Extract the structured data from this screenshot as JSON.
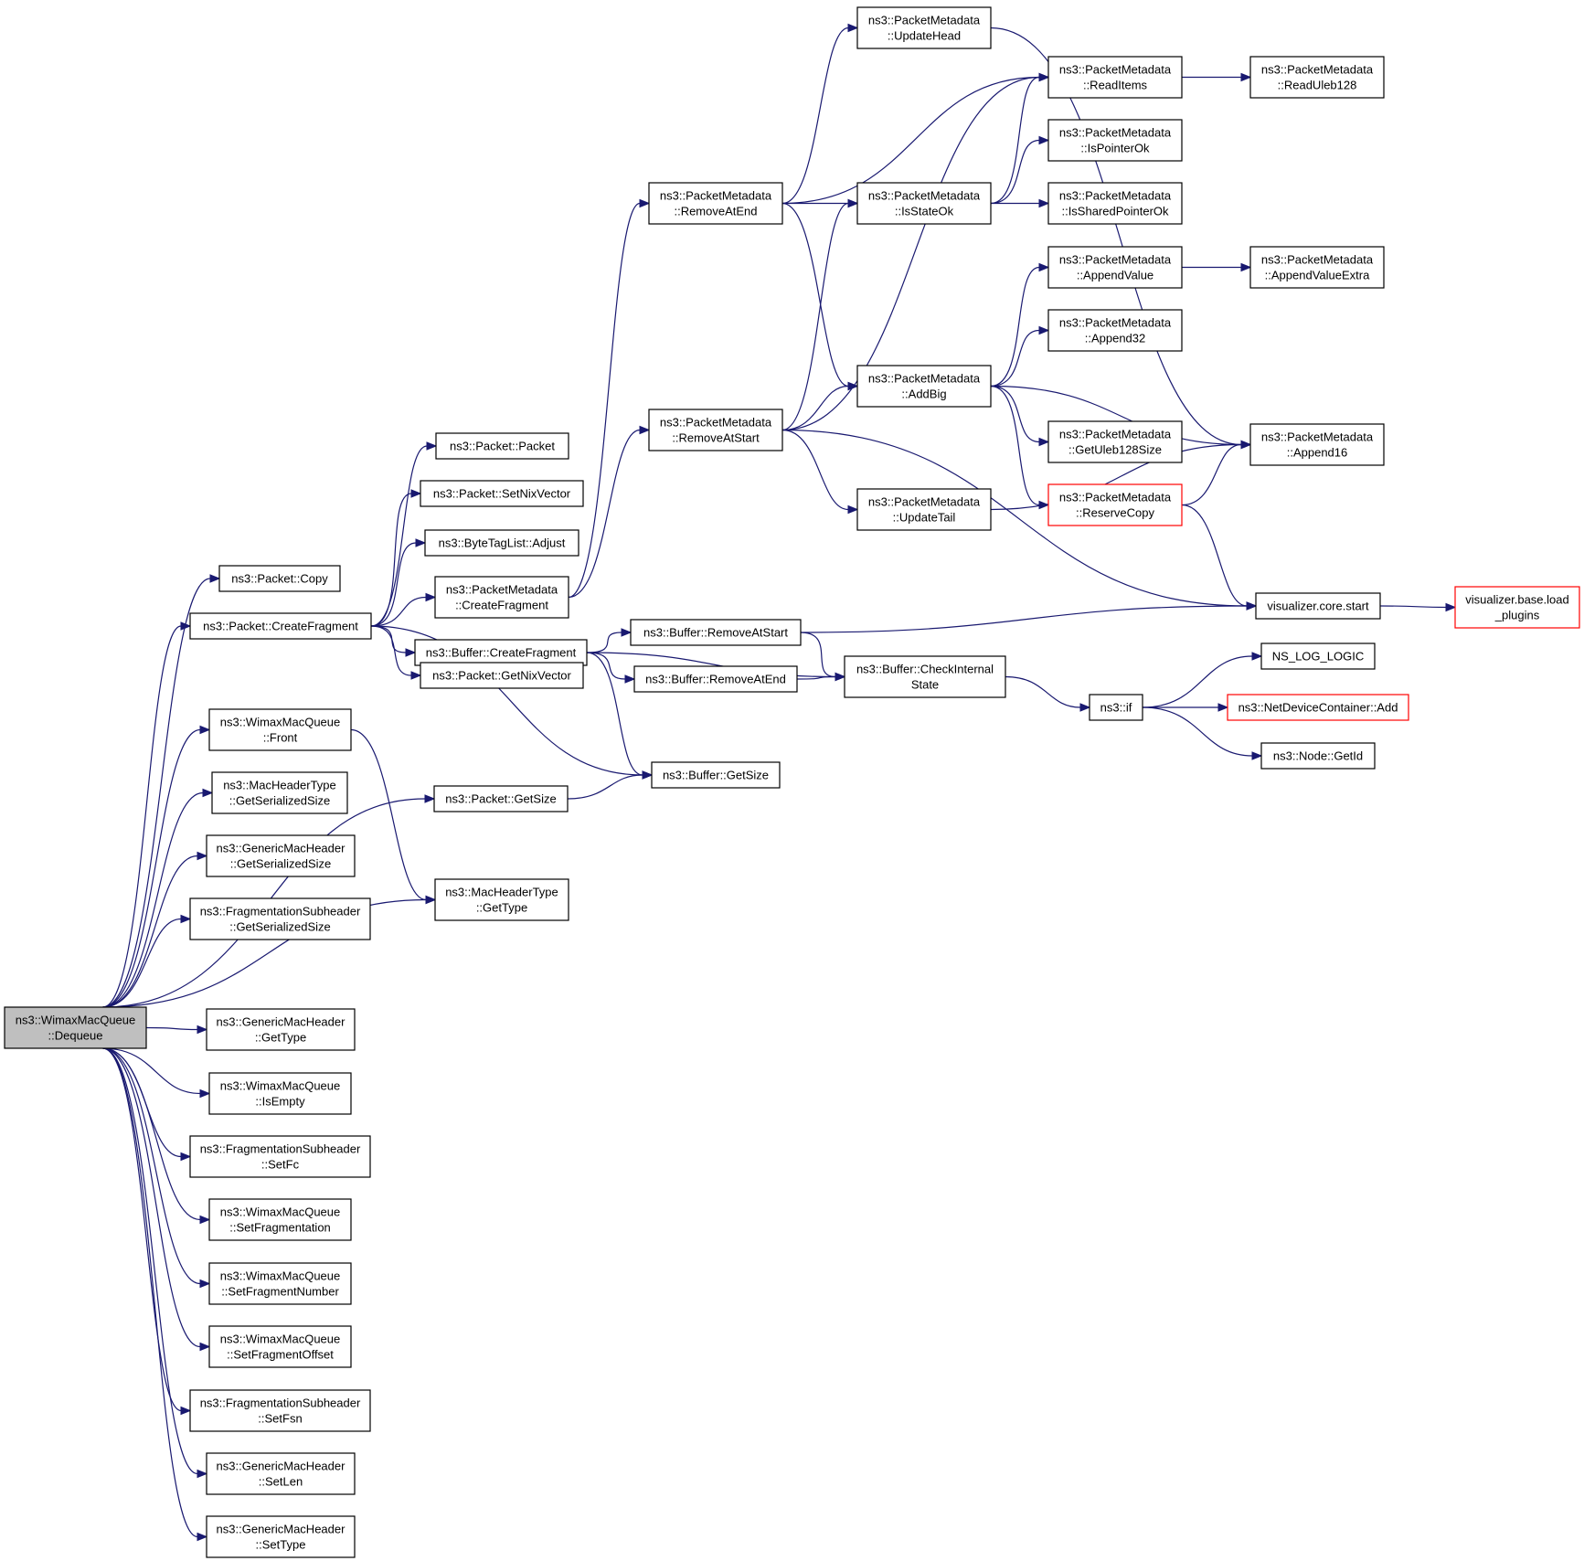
{
  "colors": {
    "edge": "#191970",
    "root_fill": "#bfbfbf",
    "truncated_border": "#ff0000",
    "border": "#000000"
  },
  "nodes": {
    "dequeue": {
      "lines": [
        "ns3::WimaxMacQueue",
        "::Dequeue"
      ],
      "root": true
    },
    "copy": {
      "lines": [
        "ns3::Packet::Copy"
      ]
    },
    "createFragment": {
      "lines": [
        "ns3::Packet::CreateFragment"
      ]
    },
    "front": {
      "lines": [
        "ns3::WimaxMacQueue",
        "::Front"
      ]
    },
    "mhtSerSize": {
      "lines": [
        "ns3::MacHeaderType",
        "::GetSerializedSize"
      ]
    },
    "gmhSerSize": {
      "lines": [
        "ns3::GenericMacHeader",
        "::GetSerializedSize"
      ]
    },
    "fsSerSize": {
      "lines": [
        "ns3::FragmentationSubheader",
        "::GetSerializedSize"
      ]
    },
    "gmhGetType": {
      "lines": [
        "ns3::GenericMacHeader",
        "::GetType"
      ]
    },
    "isEmpty": {
      "lines": [
        "ns3::WimaxMacQueue",
        "::IsEmpty"
      ]
    },
    "setFc": {
      "lines": [
        "ns3::FragmentationSubheader",
        "::SetFc"
      ]
    },
    "setFragmentation": {
      "lines": [
        "ns3::WimaxMacQueue",
        "::SetFragmentation"
      ]
    },
    "setFragmentNumber": {
      "lines": [
        "ns3::WimaxMacQueue",
        "::SetFragmentNumber"
      ]
    },
    "setFragmentOffset": {
      "lines": [
        "ns3::WimaxMacQueue",
        "::SetFragmentOffset"
      ]
    },
    "setFsn": {
      "lines": [
        "ns3::FragmentationSubheader",
        "::SetFsn"
      ]
    },
    "setLen": {
      "lines": [
        "ns3::GenericMacHeader",
        "::SetLen"
      ]
    },
    "gmhSetType": {
      "lines": [
        "ns3::GenericMacHeader",
        "::SetType"
      ]
    },
    "packetPacket": {
      "lines": [
        "ns3::Packet::Packet"
      ]
    },
    "setNixVector": {
      "lines": [
        "ns3::Packet::SetNixVector"
      ]
    },
    "btlAdjust": {
      "lines": [
        "ns3::ByteTagList::Adjust"
      ]
    },
    "pmCreateFragment": {
      "lines": [
        "ns3::PacketMetadata",
        "::CreateFragment"
      ]
    },
    "bufCreateFragment": {
      "lines": [
        "ns3::Buffer::CreateFragment"
      ]
    },
    "getNixVector": {
      "lines": [
        "ns3::Packet::GetNixVector"
      ]
    },
    "packetGetSize": {
      "lines": [
        "ns3::Packet::GetSize"
      ]
    },
    "mhtGetType": {
      "lines": [
        "ns3::MacHeaderType",
        "::GetType"
      ]
    },
    "pmRemoveAtEnd": {
      "lines": [
        "ns3::PacketMetadata",
        "::RemoveAtEnd"
      ]
    },
    "pmRemoveAtStart": {
      "lines": [
        "ns3::PacketMetadata",
        "::RemoveAtStart"
      ]
    },
    "bufRemoveAtStart": {
      "lines": [
        "ns3::Buffer::RemoveAtStart"
      ]
    },
    "bufRemoveAtEnd": {
      "lines": [
        "ns3::Buffer::RemoveAtEnd"
      ]
    },
    "bufGetSize": {
      "lines": [
        "ns3::Buffer::GetSize"
      ]
    },
    "pmUpdateHead": {
      "lines": [
        "ns3::PacketMetadata",
        "::UpdateHead"
      ]
    },
    "pmIsStateOk": {
      "lines": [
        "ns3::PacketMetadata",
        "::IsStateOk"
      ]
    },
    "pmAddBig": {
      "lines": [
        "ns3::PacketMetadata",
        "::AddBig"
      ]
    },
    "pmUpdateTail": {
      "lines": [
        "ns3::PacketMetadata",
        "::UpdateTail"
      ]
    },
    "bufCheckInternalState": {
      "lines": [
        "ns3::Buffer::CheckInternal",
        "State"
      ]
    },
    "pmReadItems": {
      "lines": [
        "ns3::PacketMetadata",
        "::ReadItems"
      ]
    },
    "pmIsPointerOk": {
      "lines": [
        "ns3::PacketMetadata",
        "::IsPointerOk"
      ]
    },
    "pmIsSharedPointerOk": {
      "lines": [
        "ns3::PacketMetadata",
        "::IsSharedPointerOk"
      ]
    },
    "pmAppendValue": {
      "lines": [
        "ns3::PacketMetadata",
        "::AppendValue"
      ]
    },
    "pmAppend32": {
      "lines": [
        "ns3::PacketMetadata",
        "::Append32"
      ]
    },
    "pmGetUleb128Size": {
      "lines": [
        "ns3::PacketMetadata",
        "::GetUleb128Size"
      ]
    },
    "pmReserveCopy": {
      "lines": [
        "ns3::PacketMetadata",
        "::ReserveCopy"
      ],
      "truncated": true
    },
    "nsIf": {
      "lines": [
        "ns3::if"
      ]
    },
    "pmReadUleb128": {
      "lines": [
        "ns3::PacketMetadata",
        "::ReadUleb128"
      ]
    },
    "pmAppendValueExtra": {
      "lines": [
        "ns3::PacketMetadata",
        "::AppendValueExtra"
      ]
    },
    "pmAppend16": {
      "lines": [
        "ns3::PacketMetadata",
        "::Append16"
      ]
    },
    "vizCoreStart": {
      "lines": [
        "visualizer.core.start"
      ]
    },
    "nsLogLogic": {
      "lines": [
        "NS_LOG_LOGIC"
      ]
    },
    "ndcAdd": {
      "lines": [
        "ns3::NetDeviceContainer::Add"
      ],
      "truncated": true
    },
    "nodeGetId": {
      "lines": [
        "ns3::Node::GetId"
      ]
    },
    "vizLoadPlugins": {
      "lines": [
        "visualizer.base.load",
        "_plugins"
      ],
      "truncated": true
    }
  },
  "edges": [
    [
      "dequeue",
      "copy"
    ],
    [
      "dequeue",
      "createFragment"
    ],
    [
      "dequeue",
      "front"
    ],
    [
      "dequeue",
      "mhtSerSize"
    ],
    [
      "dequeue",
      "gmhSerSize"
    ],
    [
      "dequeue",
      "fsSerSize"
    ],
    [
      "dequeue",
      "gmhGetType"
    ],
    [
      "dequeue",
      "isEmpty"
    ],
    [
      "dequeue",
      "setFc"
    ],
    [
      "dequeue",
      "setFragmentation"
    ],
    [
      "dequeue",
      "setFragmentNumber"
    ],
    [
      "dequeue",
      "setFragmentOffset"
    ],
    [
      "dequeue",
      "setFsn"
    ],
    [
      "dequeue",
      "setLen"
    ],
    [
      "dequeue",
      "gmhSetType"
    ],
    [
      "dequeue",
      "packetGetSize"
    ],
    [
      "dequeue",
      "mhtGetType"
    ],
    [
      "createFragment",
      "packetPacket"
    ],
    [
      "createFragment",
      "setNixVector"
    ],
    [
      "createFragment",
      "btlAdjust"
    ],
    [
      "createFragment",
      "pmCreateFragment"
    ],
    [
      "createFragment",
      "bufCreateFragment"
    ],
    [
      "createFragment",
      "getNixVector"
    ],
    [
      "createFragment",
      "bufGetSize"
    ],
    [
      "front",
      "mhtGetType"
    ],
    [
      "packetGetSize",
      "bufGetSize"
    ],
    [
      "pmCreateFragment",
      "pmRemoveAtEnd"
    ],
    [
      "pmCreateFragment",
      "pmRemoveAtStart"
    ],
    [
      "bufCreateFragment",
      "bufRemoveAtStart"
    ],
    [
      "bufCreateFragment",
      "bufRemoveAtEnd"
    ],
    [
      "bufCreateFragment",
      "bufGetSize"
    ],
    [
      "bufCreateFragment",
      "bufCheckInternalState"
    ],
    [
      "pmRemoveAtEnd",
      "pmUpdateHead"
    ],
    [
      "pmRemoveAtEnd",
      "pmReadItems"
    ],
    [
      "pmRemoveAtEnd",
      "pmIsStateOk"
    ],
    [
      "pmRemoveAtEnd",
      "pmAddBig"
    ],
    [
      "pmRemoveAtStart",
      "pmReadItems"
    ],
    [
      "pmRemoveAtStart",
      "pmIsStateOk"
    ],
    [
      "pmRemoveAtStart",
      "pmAddBig"
    ],
    [
      "pmRemoveAtStart",
      "pmUpdateTail"
    ],
    [
      "pmRemoveAtStart",
      "vizCoreStart"
    ],
    [
      "bufRemoveAtStart",
      "vizCoreStart"
    ],
    [
      "bufRemoveAtStart",
      "bufCheckInternalState"
    ],
    [
      "bufRemoveAtEnd",
      "bufCheckInternalState"
    ],
    [
      "pmUpdateHead",
      "pmAppend16"
    ],
    [
      "pmIsStateOk",
      "pmReadItems"
    ],
    [
      "pmIsStateOk",
      "pmIsPointerOk"
    ],
    [
      "pmIsStateOk",
      "pmIsSharedPointerOk"
    ],
    [
      "pmAddBig",
      "pmAppendValue"
    ],
    [
      "pmAddBig",
      "pmAppend32"
    ],
    [
      "pmAddBig",
      "pmGetUleb128Size"
    ],
    [
      "pmAddBig",
      "pmReserveCopy"
    ],
    [
      "pmAddBig",
      "pmAppend16"
    ],
    [
      "pmUpdateTail",
      "pmAppend16"
    ],
    [
      "bufCheckInternalState",
      "nsIf"
    ],
    [
      "pmReadItems",
      "pmReadUleb128"
    ],
    [
      "pmAppendValue",
      "pmAppendValueExtra"
    ],
    [
      "pmReserveCopy",
      "pmAppend16"
    ],
    [
      "pmReserveCopy",
      "vizCoreStart"
    ],
    [
      "vizCoreStart",
      "vizLoadPlugins"
    ],
    [
      "nsIf",
      "nsLogLogic"
    ],
    [
      "nsIf",
      "ndcAdd"
    ],
    [
      "nsIf",
      "nodeGetId"
    ]
  ]
}
